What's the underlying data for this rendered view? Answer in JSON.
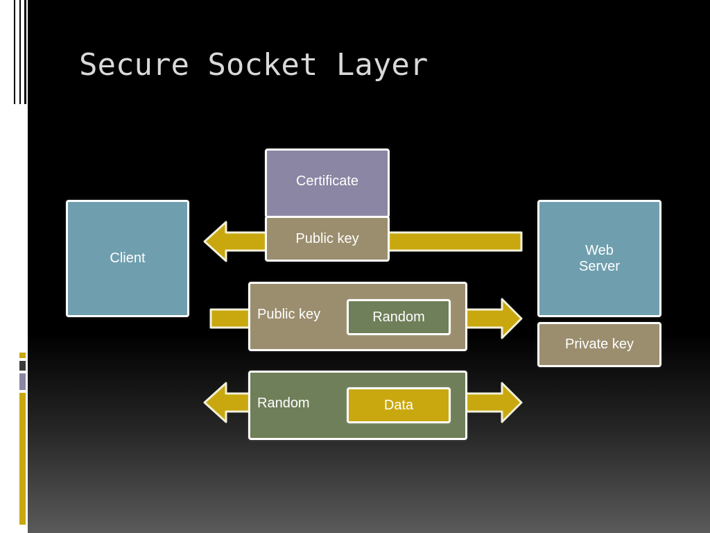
{
  "title": "Secure Socket Layer",
  "colors": {
    "client_box": "#6f9fae",
    "certificate_box": "#8a86a4",
    "key_box": "#9b8e6e",
    "random_box": "#6f7f59",
    "data_box": "#c9a80f",
    "arrow_fill": "#c9a80f",
    "arrow_stroke": "#f2f0d8"
  },
  "nodes": {
    "client": "Client",
    "web_server_line1": "Web",
    "web_server_line2": "Server",
    "private_key": "Private key",
    "certificate": "Certificate",
    "cert_public_key": "Public key",
    "step2_public_key": "Public key",
    "step2_random": "Random",
    "step3_random": "Random",
    "step3_data": "Data"
  }
}
